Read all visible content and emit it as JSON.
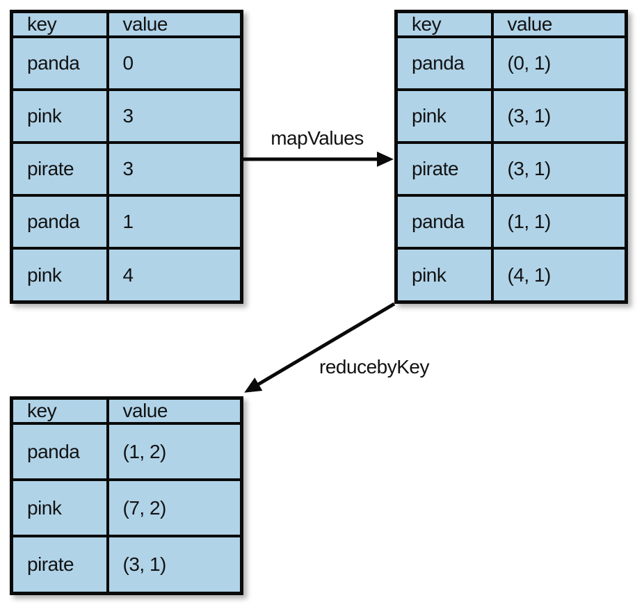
{
  "colors": {
    "background": "#ffffff",
    "cell_fill": "#b0d3e8",
    "border": "#0a0a0a",
    "text": "#121212"
  },
  "arrows": {
    "map_values_label": "mapValues",
    "reduce_by_key_label": "reducebyKey"
  },
  "tables": {
    "input": {
      "headers": [
        "key",
        "value"
      ],
      "rows": [
        {
          "key": "panda",
          "value": "0"
        },
        {
          "key": "pink",
          "value": "3"
        },
        {
          "key": "pirate",
          "value": "3"
        },
        {
          "key": "panda",
          "value": "1"
        },
        {
          "key": "pink",
          "value": "4"
        }
      ]
    },
    "mapped": {
      "headers": [
        "key",
        "value"
      ],
      "rows": [
        {
          "key": "panda",
          "value": "(0, 1)"
        },
        {
          "key": "pink",
          "value": "(3, 1)"
        },
        {
          "key": "pirate",
          "value": "(3, 1)"
        },
        {
          "key": "panda",
          "value": "(1, 1)"
        },
        {
          "key": "pink",
          "value": "(4, 1)"
        }
      ]
    },
    "reduced": {
      "headers": [
        "key",
        "value"
      ],
      "rows": [
        {
          "key": "panda",
          "value": "(1, 2)"
        },
        {
          "key": "pink",
          "value": "(7, 2)"
        },
        {
          "key": "pirate",
          "value": "(3, 1)"
        }
      ]
    }
  }
}
